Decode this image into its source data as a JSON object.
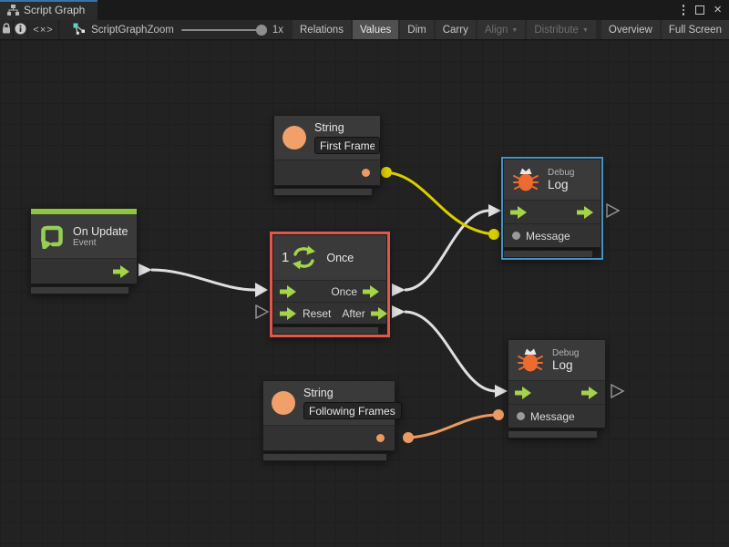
{
  "window": {
    "tab_title": "Script Graph",
    "close_glyph": "×"
  },
  "toolbar": {
    "code_icon_glyph": "<×>",
    "graph_name": "ScriptGraph",
    "zoom_label": "Zoom",
    "zoom_value": "1x",
    "buttons": [
      {
        "label": "Relations",
        "active": false
      },
      {
        "label": "Values",
        "active": true
      },
      {
        "label": "Dim",
        "active": false
      },
      {
        "label": "Carry",
        "active": false
      },
      {
        "label": "Align",
        "disabled": true,
        "dropdown": true
      },
      {
        "label": "Distribute",
        "disabled": true,
        "dropdown": true
      },
      {
        "label": "Overview",
        "active": false
      },
      {
        "label": "Full Screen",
        "active": false
      }
    ]
  },
  "nodes": {
    "string_first": {
      "title": "String",
      "value": "First Frame"
    },
    "string_following": {
      "title": "String",
      "value": "Following Frames"
    },
    "on_update": {
      "title": "On Update",
      "subtitle": "Event"
    },
    "once": {
      "title": "Once",
      "icon_digit": "1",
      "ports": {
        "enter": "",
        "once": "Once",
        "reset": "Reset",
        "after": "After"
      }
    },
    "debug_log_top": {
      "category": "Debug",
      "title": "Log",
      "message_label": "Message"
    },
    "debug_log_bottom": {
      "category": "Debug",
      "title": "Log",
      "message_label": "Message"
    }
  },
  "colors": {
    "tab_accent_blue": "#3a72ab",
    "selection_red": "#e0584c",
    "selection_blue": "#4292c4",
    "flow_green": "#a5d44a",
    "event_green": "#8dc63f",
    "string_orange": "#f0a068",
    "bug_orange": "#ed6b2f",
    "wire_white": "#dfdfdf",
    "wire_yellow": "#d8ce00",
    "wire_orange": "#ea9a62",
    "canvas_bg": "#222222"
  }
}
